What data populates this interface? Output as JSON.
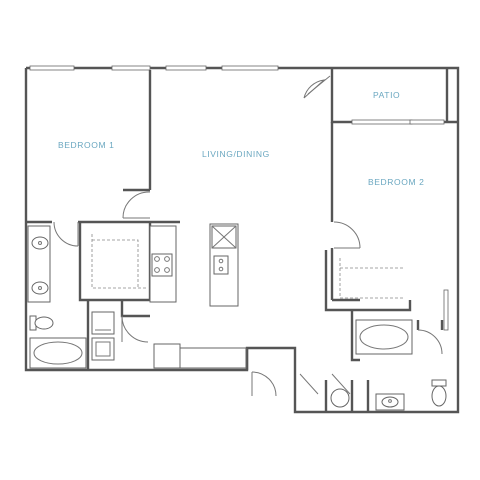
{
  "rooms": {
    "bedroom1": "BEDROOM 1",
    "living_dining": "LIVING/DINING",
    "patio": "PATIO",
    "bedroom2": "BEDROOM 2"
  },
  "colors": {
    "label": "#6aa7c0",
    "wall": "#555555",
    "background": "#ffffff"
  },
  "icons": [
    "sink-icon",
    "toilet-icon",
    "bathtub-icon",
    "stove-icon",
    "washer-icon",
    "dryer-icon",
    "door-swing-icon"
  ]
}
